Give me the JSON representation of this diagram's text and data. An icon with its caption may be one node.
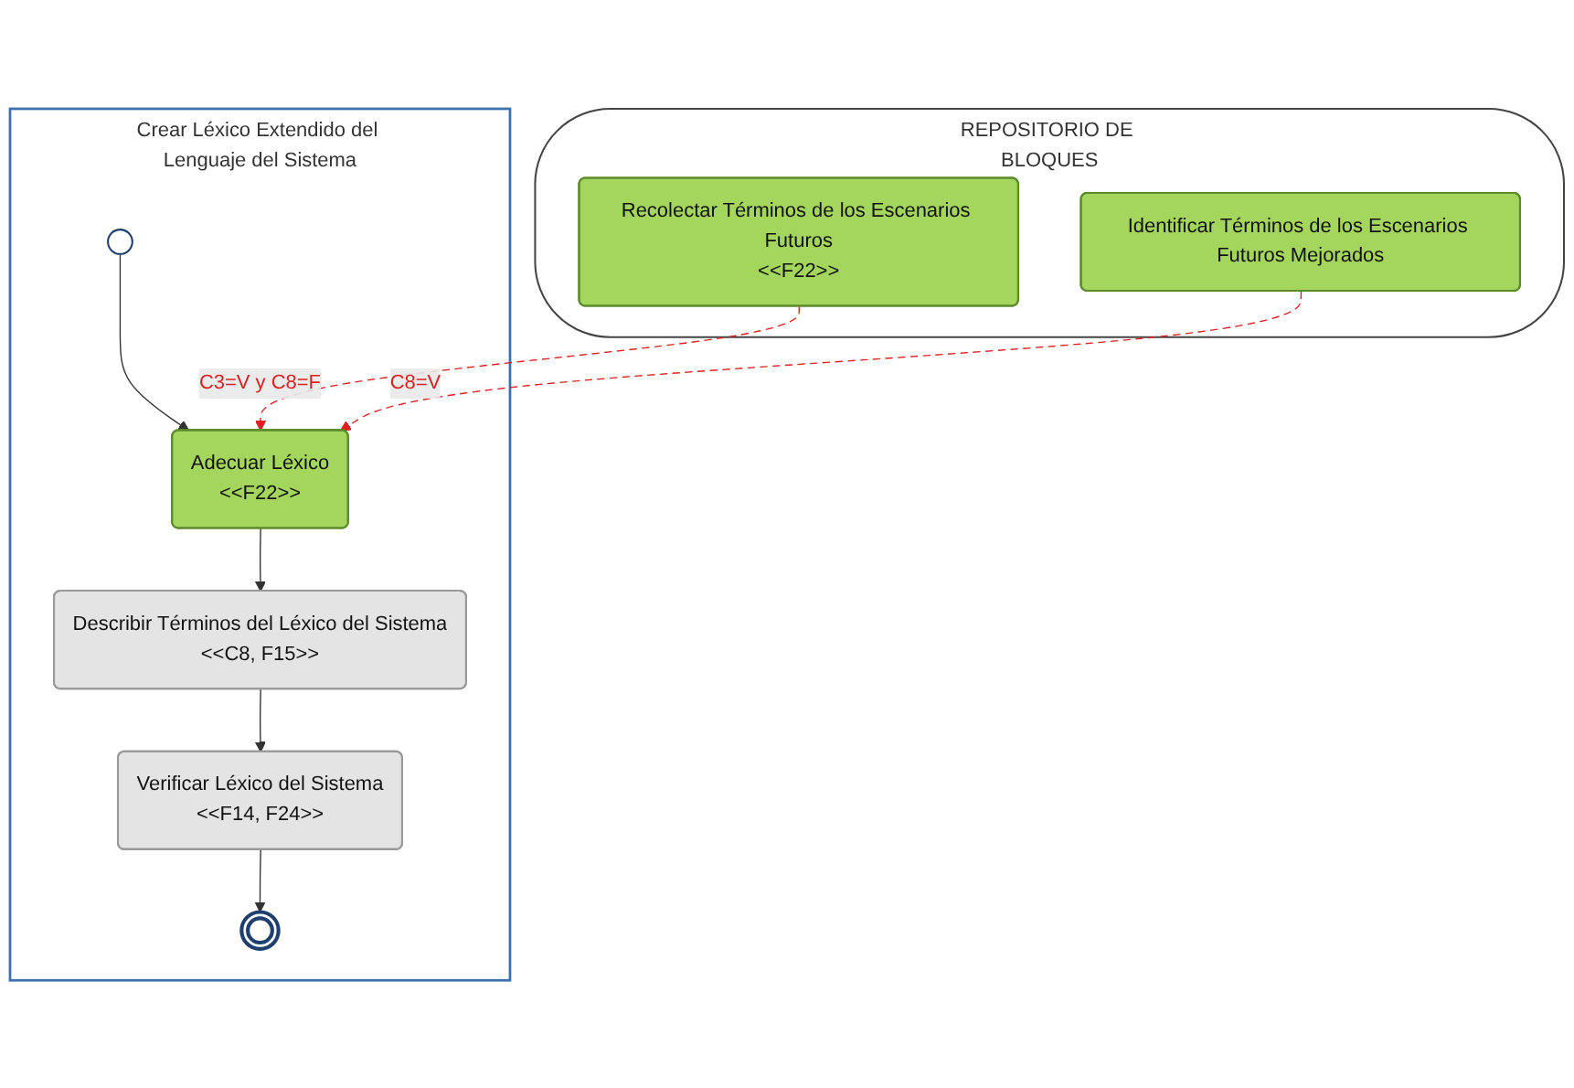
{
  "diagram": {
    "nodes": [
      {
        "text": [
          "Crear Léxico Extendido del Lenguaje del Sistema"
        ]
      },
      {
        "text": [],
        "shape": "circle",
        "in": 0
      },
      {
        "text": [
          "Adecuar Léxico",
          "<<F22>>"
        ],
        "in": 0
      },
      {
        "text": [
          "Describir Términos del Léxico del Sistema",
          "<<C8, F15>>"
        ],
        "in": 0
      },
      {
        "text": [
          "Verificar Léxico del Sistema",
          "<<F14, F24>>"
        ],
        "in": 0
      },
      {
        "text": [],
        "shape": "circle",
        "in": 0
      },
      {
        "text": [
          "REPOSITORIO DE BLOQUES"
        ]
      },
      {
        "text": [
          "Recolectar Términos de los Escenarios Futuros",
          "<<F22>>"
        ],
        "in": 6
      },
      {
        "text": [
          "Identificar Términos de los Escenarios Futuros Mejorados"
        ],
        "in": 6
      }
    ],
    "edges": [
      {
        "from": 1,
        "to": 2,
        "arrow": "to"
      },
      {
        "from": 2,
        "to": 3,
        "arrow": "to"
      },
      {
        "from": 3,
        "to": 4,
        "arrow": "to"
      },
      {
        "from": 4,
        "to": 5,
        "arrow": "to"
      },
      {
        "from": 7,
        "to": 2,
        "arrow": "to",
        "label": "C3=V y C8=F",
        "style": "dashed",
        "color": "#e02020"
      },
      {
        "from": 8,
        "to": 2,
        "arrow": "to",
        "label": "C8=V",
        "style": "dashed",
        "color": "#e02020"
      }
    ]
  }
}
